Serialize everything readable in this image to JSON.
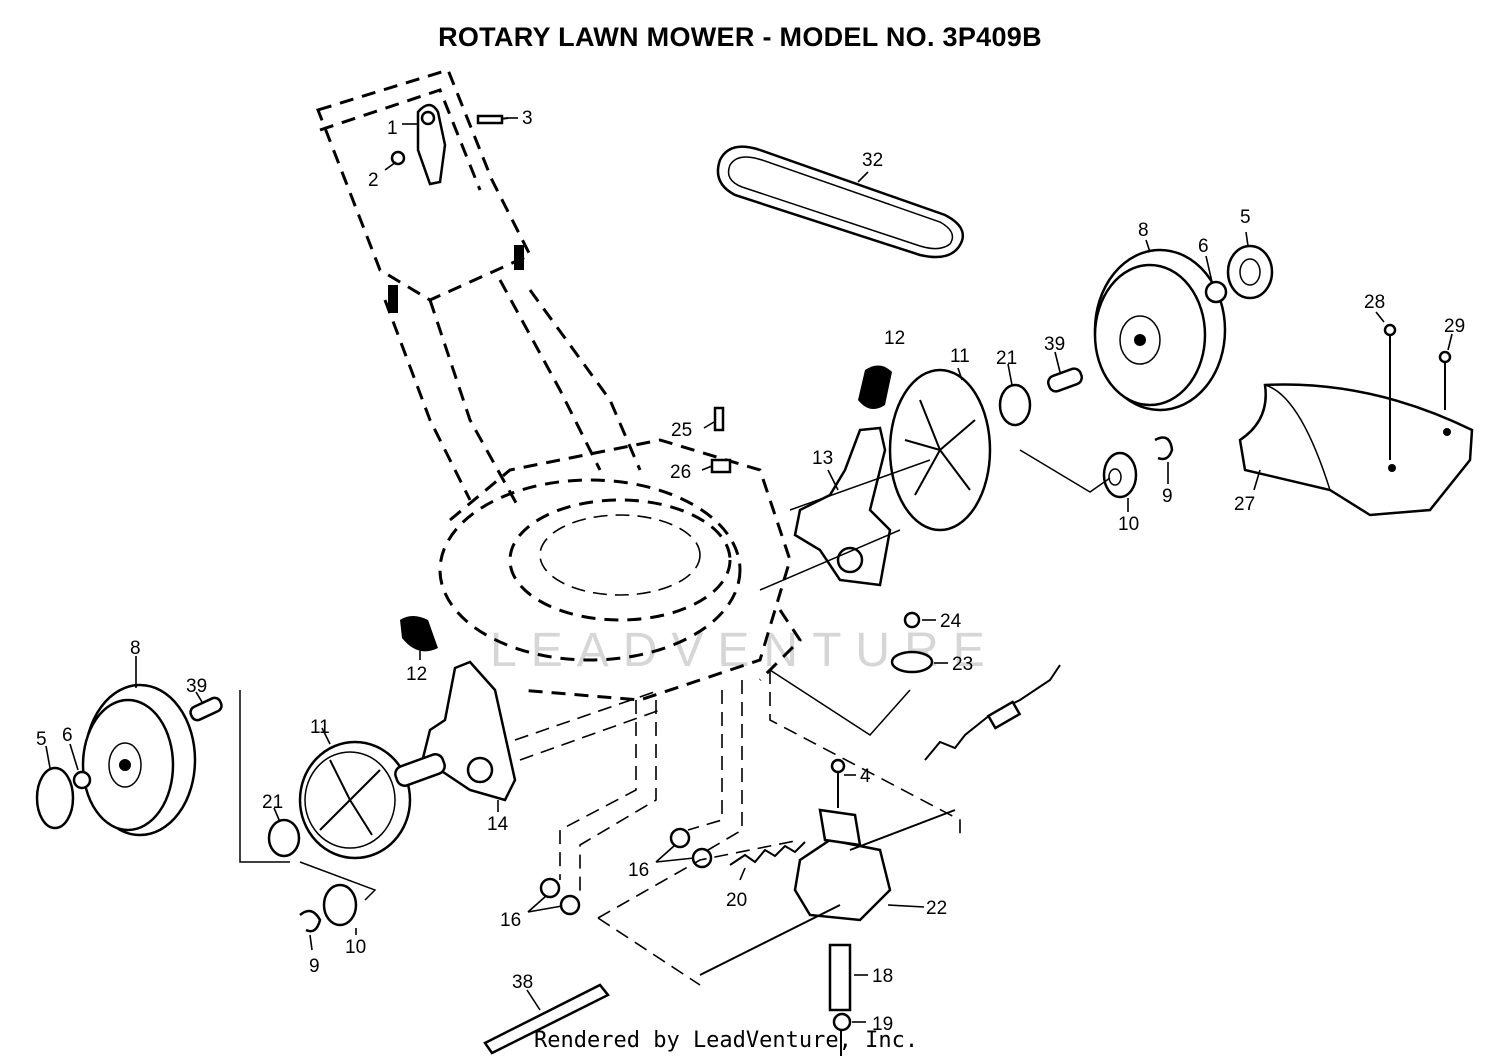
{
  "title": "ROTARY LAWN MOWER - MODEL NO. 3P409B",
  "footer": "Rendered by LeadVenture, Inc.",
  "watermark": "LEADVENTURE",
  "callouts": {
    "p1": "1",
    "p2": "2",
    "p3": "3",
    "p4": "4",
    "p5a": "5",
    "p5b": "5",
    "p6a": "6",
    "p6b": "6",
    "p8a": "8",
    "p8b": "8",
    "p9a": "9",
    "p9b": "9",
    "p10a": "10",
    "p10b": "10",
    "p11a": "11",
    "p11b": "11",
    "p12a": "12",
    "p12b": "12",
    "p13": "13",
    "p14": "14",
    "p16a": "16",
    "p16b": "16",
    "p18": "18",
    "p19": "19",
    "p20": "20",
    "p21a": "21",
    "p21b": "21",
    "p22": "22",
    "p23": "23",
    "p24": "24",
    "p25": "25",
    "p26": "26",
    "p27": "27",
    "p28": "28",
    "p29": "29",
    "p32": "32",
    "p38": "38",
    "p39a": "39",
    "p39b": "39"
  }
}
